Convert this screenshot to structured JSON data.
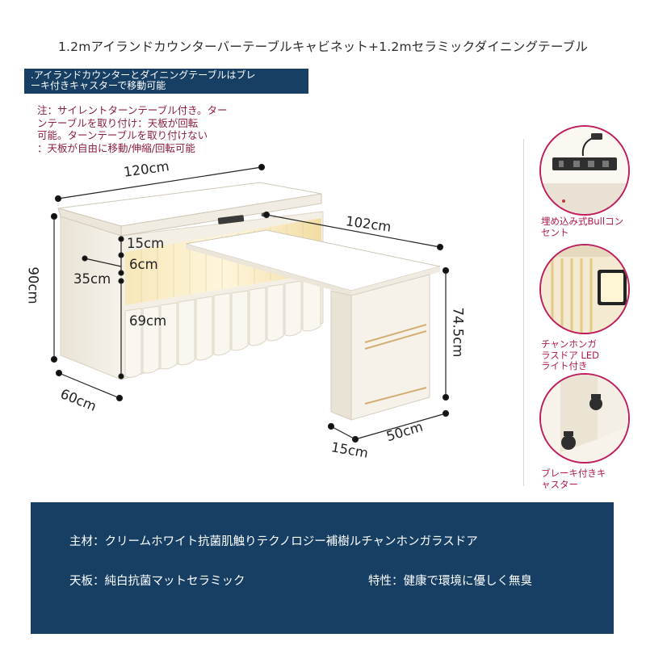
{
  "title": "1.2mアイランドカウンターバーテーブルキャビネット+1.2mセラミックダイニングテーブル",
  "banner": {
    "line1": ".アイランドカウンターとダイニングテーブルはブレ",
    "line2": "ーキ付きキャスターで移動可能"
  },
  "note": {
    "line1": "注：サイレントターンテーブル付き。ター",
    "line2": "ンテーブルを取り付け：天板が回転",
    "line3": "可能。ターンテーブルを取り付けない",
    "line4": "：天板が自由に移動/伸縮/回転可能"
  },
  "dimensions": {
    "width_cabinet": "120cm",
    "width_table": "102cm",
    "d15_top": "15cm",
    "d6": "6cm",
    "d35": "35cm",
    "height_cabinet": "90cm",
    "d69": "69cm",
    "height_table": "74.5cm",
    "depth_cabinet": "60cm",
    "depth_table": "50cm",
    "d15_bottom": "15cm"
  },
  "features": [
    {
      "icon": "power-outlet-icon",
      "line1": "埋め込み式Bullコン",
      "line2": "セント"
    },
    {
      "icon": "led-glass-door-icon",
      "line1": "チャンホンガ",
      "line2": "ラスドア LED",
      "line3": "ライト付き"
    },
    {
      "icon": "caster-wheel-icon",
      "line1": "ブレーキ付きキ",
      "line2": "ャスター"
    }
  ],
  "specs": {
    "material": "主材：クリームホワイト抗菌肌触りテクノロジー補樹ルチャンホンガラスドア",
    "top": "天板：純白抗菌マットセラミック",
    "feature": "特性：健康で環境に優しく無臭"
  },
  "colors": {
    "banner_bg": "#173f64",
    "accent_red": "#b0194f",
    "note_text": "#8c1f3d",
    "cabinet": "#f3efe6"
  }
}
